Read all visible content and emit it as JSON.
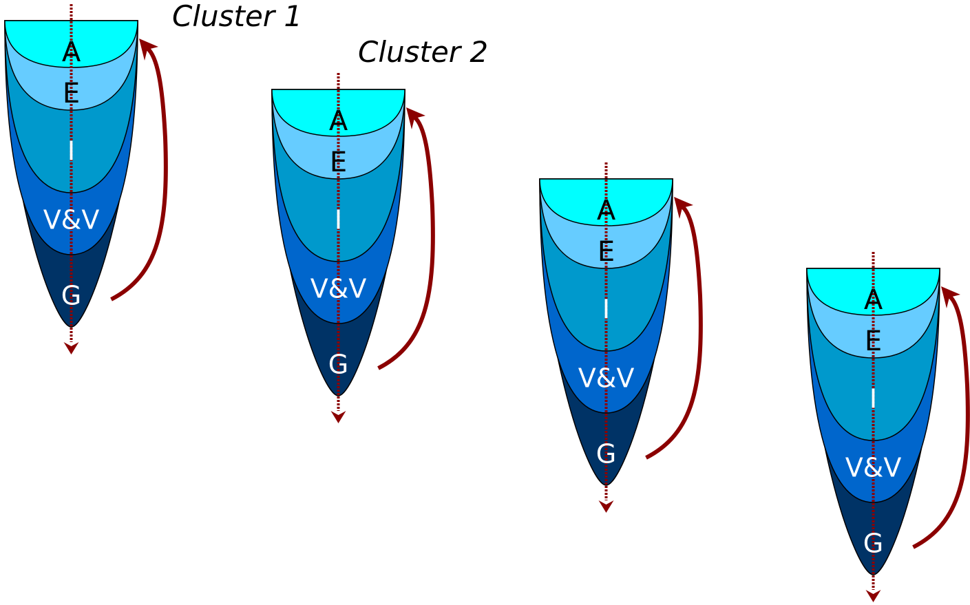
{
  "cluster_labels": [
    "Cluster 1",
    "Cluster 2"
  ],
  "phases": [
    {
      "label": "A",
      "color": "#00ffff",
      "text_style": "dark"
    },
    {
      "label": "E",
      "color": "#66ccff",
      "text_style": "dark"
    },
    {
      "label": "I",
      "color": "#0099cc",
      "text_style": "light"
    },
    {
      "label": "V&V",
      "color": "#0066cc",
      "text_style": "light"
    },
    {
      "label": "G",
      "color": "#003366",
      "text_style": "light"
    }
  ],
  "colors": {
    "arrow": "#8b0000",
    "outline": "#000000"
  },
  "cluster_count": 4
}
